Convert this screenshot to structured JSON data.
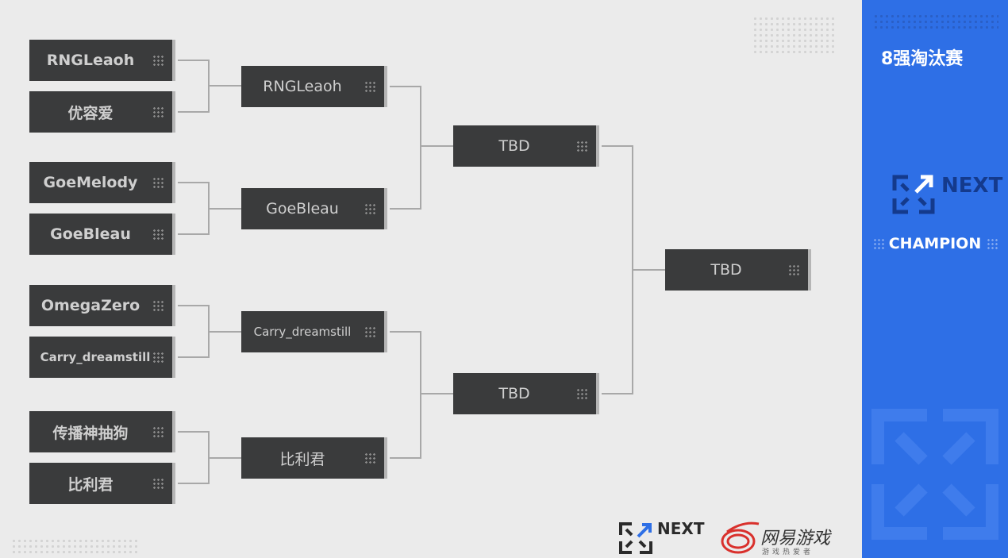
{
  "round1": [
    "RNGLeaoh",
    "优容爱",
    "GoeMelody",
    "GoeBleau",
    "OmegaZero",
    "Carry_dreamstill",
    "传播神抽狗",
    "比利君"
  ],
  "round2": [
    "RNGLeaoh",
    "GoeBleau",
    "Carry_dreamstill",
    "比利君"
  ],
  "semis": [
    "TBD",
    "TBD"
  ],
  "final": "TBD",
  "sidebar": {
    "title": "8强淘汰赛",
    "logo": "NEXT",
    "champion_label": "CHAMPION"
  },
  "footer": {
    "logo_next": "NEXT",
    "netease": "网易游戏",
    "netease_sub": "游戏热爱者"
  },
  "colors": {
    "accent": "#2e6fe6",
    "box": "#3a3b3c",
    "background": "#ebebeb"
  }
}
